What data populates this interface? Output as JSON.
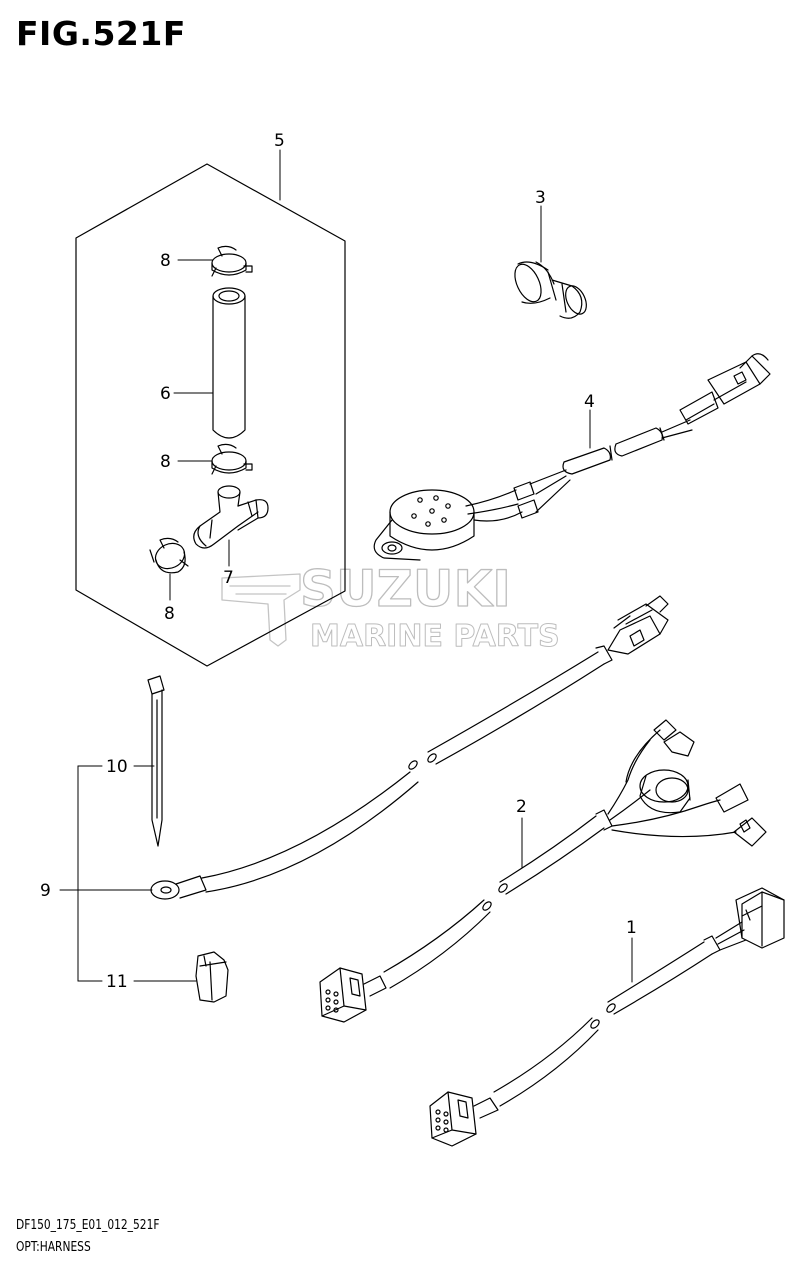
{
  "figure": {
    "title": "FIG.521F",
    "code": "DF150_175_E01_012_521F",
    "subtitle": "OPT:HARNESS"
  },
  "watermark": {
    "line1": "SUZUKI",
    "line2": "MARINE PARTS"
  },
  "callouts": {
    "c1": "1",
    "c2": "2",
    "c3": "3",
    "c4": "4",
    "c5": "5",
    "c6": "6",
    "c7": "7",
    "c8a": "8",
    "c8b": "8",
    "c8c": "8",
    "c9": "9",
    "c10": "10",
    "c11": "11"
  },
  "colors": {
    "line": "#000000",
    "watermark": "#c8c8c8",
    "background": "#ffffff"
  }
}
